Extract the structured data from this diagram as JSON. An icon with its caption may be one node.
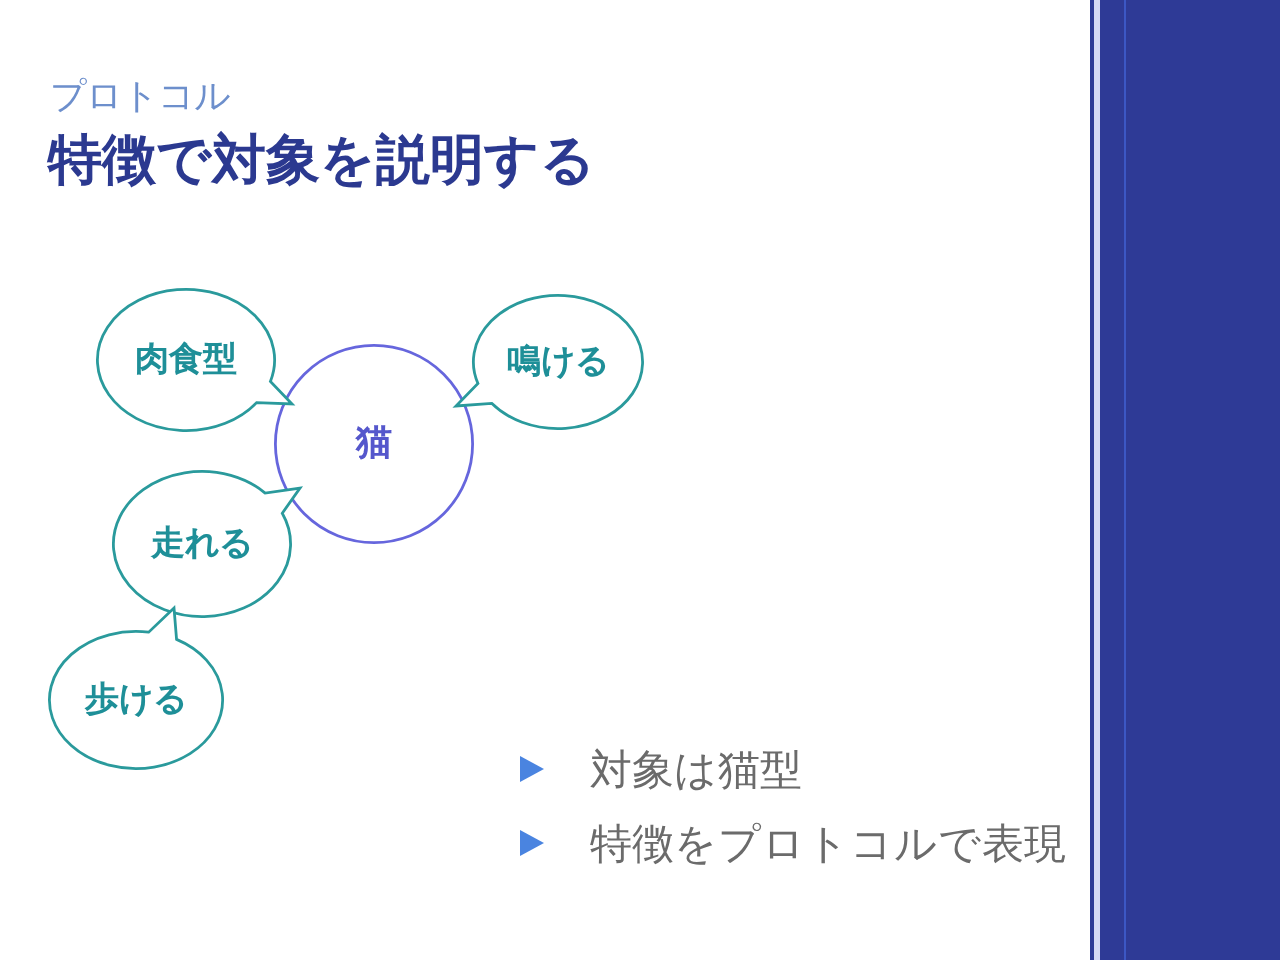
{
  "diagram": {
    "title": "特徴で対象を説明する",
    "nodes": [
      {
        "text": [
          "猫"
        ]
      },
      {
        "text": [
          "肉食型"
        ]
      },
      {
        "text": [
          "鳴ける"
        ]
      },
      {
        "text": [
          "走れる"
        ]
      },
      {
        "text": [
          "歩ける"
        ]
      }
    ],
    "labels": [
      "プロトコル",
      "対象は猫型",
      "特徴をプロトコルで表現"
    ]
  }
}
